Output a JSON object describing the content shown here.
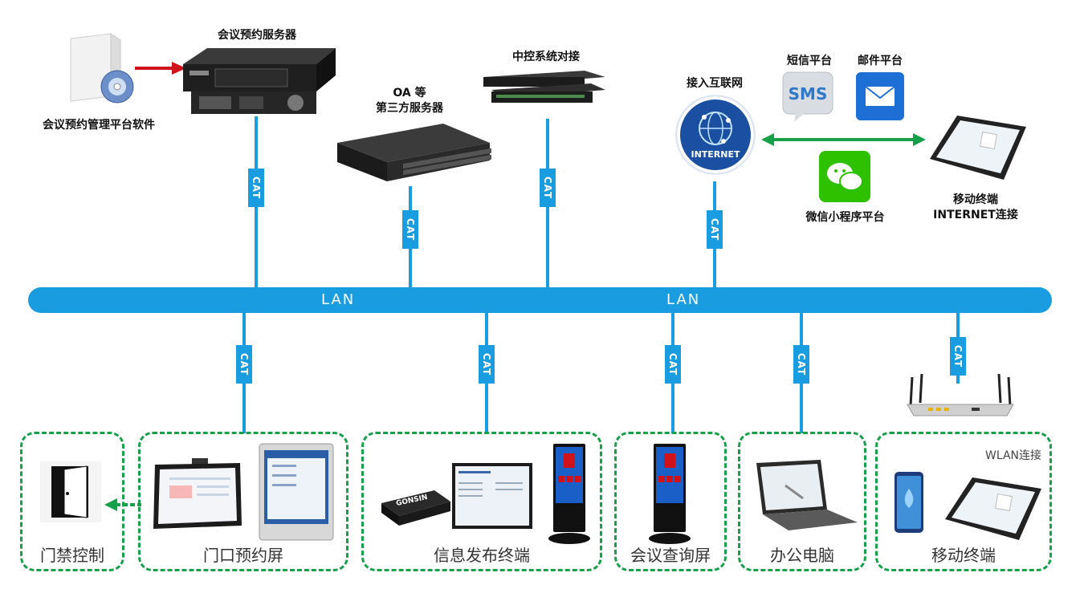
{
  "top": {
    "software_label": "会议预约管理平台软件",
    "booking_server_label": "会议预约服务器",
    "oa_label_line1": "OA 等",
    "oa_label_line2": "第三方服务器",
    "central_control_label": "中控系统对接",
    "internet_label": "接入互联网",
    "internet_badge": "INTERNET",
    "sms_label": "短信平台",
    "sms_badge": "SMS",
    "mail_label": "邮件平台",
    "wechat_label": "微信小程序平台",
    "mobile_label_line1": "移动终端",
    "mobile_label_line2": "INTERNET连接"
  },
  "network": {
    "cable_label": "CAT",
    "lan_label_left": "LAN",
    "lan_label_right": "LAN"
  },
  "groups": {
    "access_control": "门禁控制",
    "door_booking": "门口预约屏",
    "info_release": "信息发布终端",
    "meeting_query": "会议查询屏",
    "office_pc": "办公电脑",
    "mobile": "移动终端",
    "wlan_label": "WLAN连接",
    "box_brand": "GONSIN"
  },
  "colors": {
    "lan_blue": "#1a9ce0",
    "group_green": "#17a04a",
    "arrow_red": "#d0121b"
  }
}
